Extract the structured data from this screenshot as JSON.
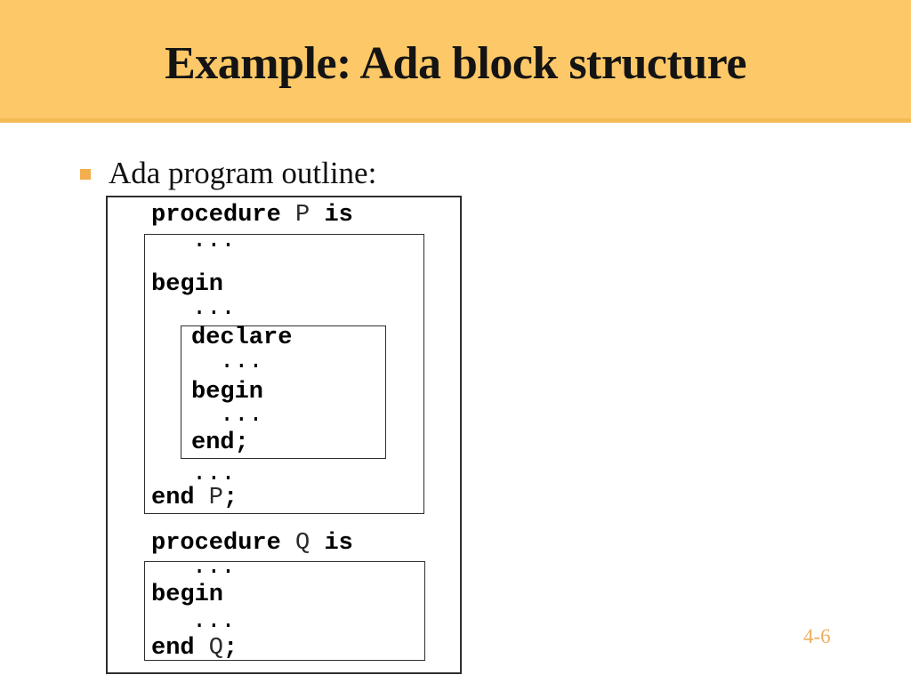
{
  "slide": {
    "header": {
      "title": "Example: Ada block structure"
    },
    "bullet": {
      "label": "Ada program outline:"
    },
    "page_number": "4-6"
  },
  "colors": {
    "banner": "#fdc867",
    "banner_edge": "#f4bb55",
    "title_text": "#141414",
    "body_text": "#111111",
    "bullet_square": "#f3ae4d",
    "code_text": "#000000",
    "border": "#2e2e2e",
    "page_number_text": "#eeae5e"
  },
  "code": {
    "ellipsis": "...",
    "kw_begin": "begin",
    "kw_declare": "declare",
    "proc_p": {
      "kw1": "procedure",
      "name": " P ",
      "kw2": "is"
    },
    "proc_q": {
      "kw1": "procedure",
      "name": " Q ",
      "kw2": "is"
    },
    "end_anon": {
      "kw": "end",
      "semi": ";"
    },
    "end_p": {
      "kw": "end",
      "name": " P",
      "semi": ";"
    },
    "end_q": {
      "kw": "end",
      "name": " Q",
      "semi": ";"
    }
  }
}
